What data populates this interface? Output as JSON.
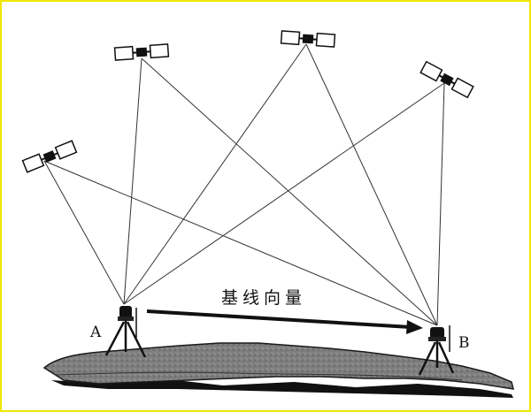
{
  "diagram": {
    "baseline_label": "基线向量",
    "receiver_a_label": "A",
    "receiver_b_label": "B",
    "colors": {
      "line": "#333333",
      "arrow": "#111111",
      "ground_fill": "#7d7d7d",
      "ground_edge": "#1a1a1a",
      "frame": "#f2e600"
    },
    "icons": [
      "satellite-icon",
      "tripod-receiver-icon",
      "arrow-icon"
    ]
  }
}
